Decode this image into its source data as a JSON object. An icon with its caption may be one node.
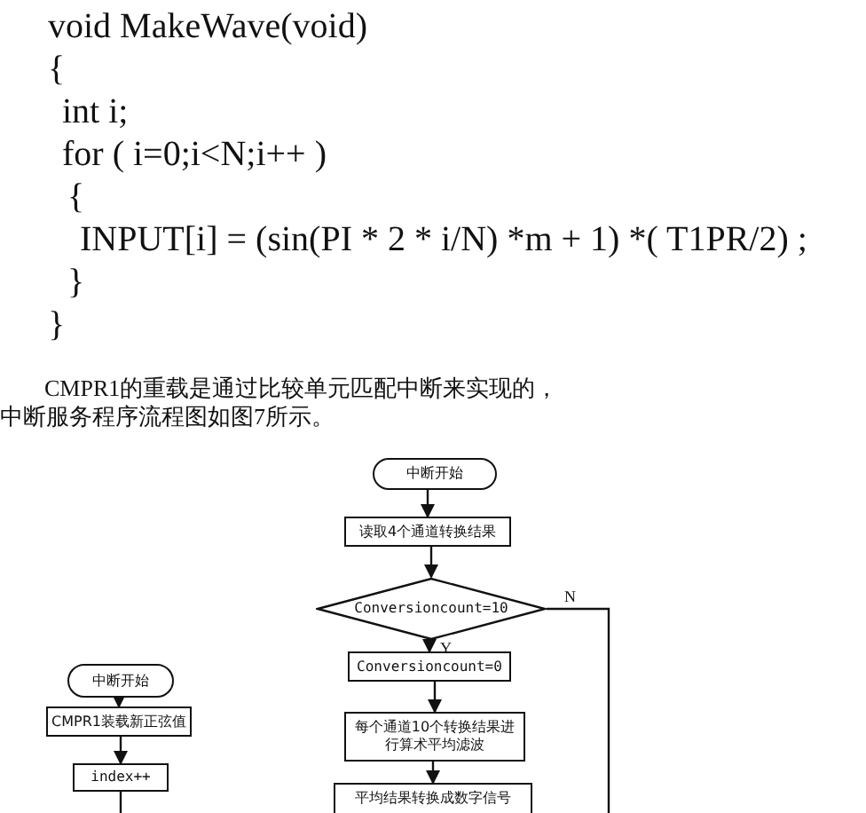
{
  "diagram": {
    "nodes": [
      {
        "text": [
          "中断开始"
        ]
      },
      {
        "text": [
          "读取4个通道转换结果"
        ]
      },
      {
        "text": [
          "Conversioncount=10"
        ]
      },
      {
        "text": [
          "Conversioncount=0"
        ]
      },
      {
        "text": [
          "每个通道10个转换结果进行算术平均滤波"
        ]
      },
      {
        "text": [
          "平均结果转换成数字信号"
        ]
      },
      {
        "text": [
          "中断开始"
        ]
      },
      {
        "text": [
          "CMPR1装载新正弦值"
        ]
      },
      {
        "text": [
          "index++"
        ]
      }
    ],
    "edges": [
      {
        "from": 0,
        "to": 1,
        "arrow": "to"
      },
      {
        "from": 1,
        "to": 2,
        "arrow": "to"
      },
      {
        "from": 2,
        "to": 3,
        "arrow": "to",
        "label": "Y"
      },
      {
        "from": 3,
        "to": 4,
        "arrow": "to"
      },
      {
        "from": 4,
        "to": 5,
        "arrow": "to"
      },
      {
        "from": 2,
        "to": null,
        "arrow": "none",
        "label": "N"
      },
      {
        "from": 6,
        "to": 7,
        "arrow": "to"
      },
      {
        "from": 7,
        "to": 8,
        "arrow": "to"
      },
      {
        "from": 8,
        "to": null,
        "arrow": "none"
      }
    ],
    "labels": [
      "void MakeWave(void)",
      "{",
      "int i;",
      "for ( i=0;i<N;i++ )",
      "{",
      "INPUT[i] = (sin(PI * 2 * i/N) *m + 1) *( T1PR/2) ;",
      "}",
      "}",
      "CMPR1的重载是通过比较单元匹配中断来实现的，",
      "中断服务程序流程图如图7所示。"
    ]
  }
}
